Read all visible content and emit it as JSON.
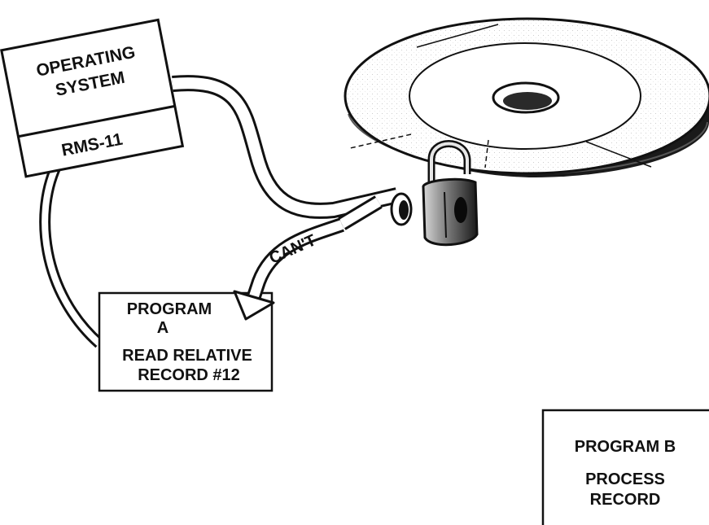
{
  "os_box": {
    "line1": "OPERATING",
    "line2": "SYSTEM",
    "rms": "RMS-11"
  },
  "program_a": {
    "name_line1": "PROGRAM",
    "name_line2": "A",
    "action_line1": "READ RELATIVE",
    "action_line2": "RECORD #12"
  },
  "cant_label": "CAN'T",
  "program_b": {
    "name": "PROGRAM B",
    "action_line1": "PROCESS",
    "action_line2": "RECORD"
  },
  "icons": [
    "disk-icon",
    "padlock-icon",
    "pipe-icon",
    "arrow-icon"
  ]
}
